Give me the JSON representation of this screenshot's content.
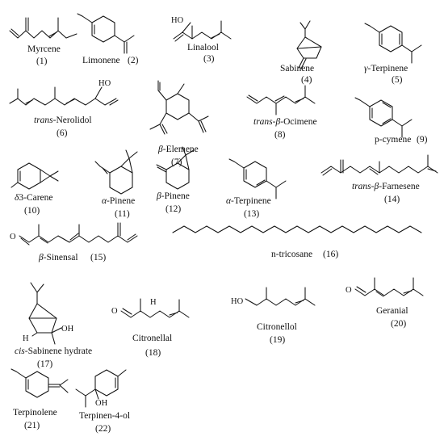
{
  "compounds": [
    {
      "id": "c1",
      "name": "Myrcene",
      "number": "(1)"
    },
    {
      "id": "c2",
      "name": "Limonene",
      "number": "(2)"
    },
    {
      "id": "c3",
      "name": "Linalool",
      "number": "(3)"
    },
    {
      "id": "c4",
      "name": "Sabinene",
      "number": "(4)"
    },
    {
      "id": "c5",
      "name": "γ-Terpinene",
      "number": "(5)"
    },
    {
      "id": "c6",
      "name": "trans-Nerolidol",
      "number": "(6)"
    },
    {
      "id": "c7",
      "name": "β-Elemene",
      "number": "(7)"
    },
    {
      "id": "c8",
      "name": "trans-β-Ocimene",
      "number": "(8)"
    },
    {
      "id": "c9",
      "name": "p-cymene",
      "number": "(9)"
    },
    {
      "id": "c10",
      "name": "δ3-Carene",
      "number": "(10)"
    },
    {
      "id": "c11",
      "name": "α-Pinene",
      "number": "(11)"
    },
    {
      "id": "c12",
      "name": "β-Pinene",
      "number": "(12)"
    },
    {
      "id": "c13",
      "name": "α-Terpinene",
      "number": "(13)"
    },
    {
      "id": "c14",
      "name": "trans-β-Farnesene",
      "number": "(14)"
    },
    {
      "id": "c15",
      "name": "β-Sinensal",
      "number": "(15)"
    },
    {
      "id": "c16",
      "name": "n-tricosane",
      "number": "(16)"
    },
    {
      "id": "c17",
      "name": "cis-Sabinene hydrate",
      "number": "(17)"
    },
    {
      "id": "c18",
      "name": "Citronellal",
      "number": "(18)"
    },
    {
      "id": "c19",
      "name": "Citronellol",
      "number": "(19)"
    },
    {
      "id": "c20",
      "name": "Geranial",
      "number": "(20)"
    },
    {
      "id": "c21",
      "name": "Terpinolene",
      "number": "(21)"
    },
    {
      "id": "c22",
      "name": "Terpinen-4-ol",
      "number": "(22)"
    }
  ],
  "atoms": {
    "hydroxyl": "HO",
    "hydroxyl_right": "OH",
    "oxygen": "O",
    "hydrogen": "H"
  },
  "prefixes": {
    "trans": "trans",
    "cis": "cis",
    "beta": "β",
    "alpha": "α",
    "gamma": "γ",
    "delta": "δ"
  },
  "plain_names": {
    "c6": "-Nerolidol",
    "c7": "-Elemene",
    "c8": "-Ocimene",
    "c10": "3-Carene",
    "c11": "-Pinene",
    "c12": "-Pinene",
    "c13": "-Terpinene",
    "c14": "-Farnesene",
    "c15": "-Sinensal",
    "c17": "-Sabinene hydrate",
    "c5": "-Terpinene"
  }
}
